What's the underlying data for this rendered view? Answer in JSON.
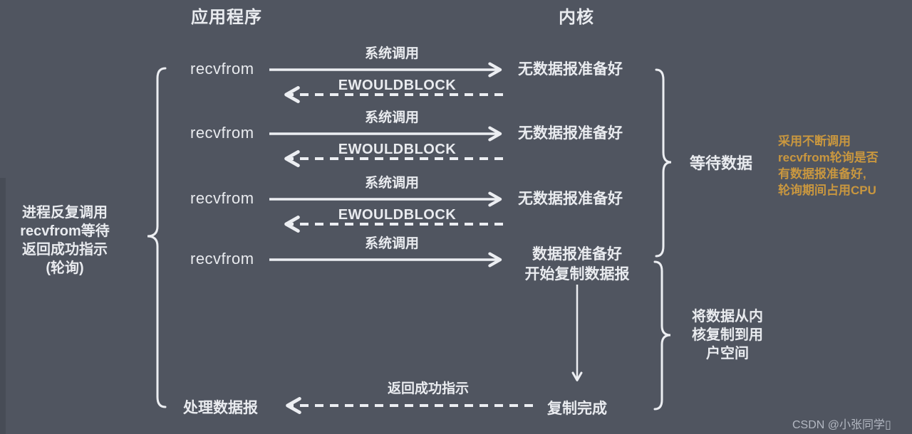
{
  "header": {
    "app": "应用程序",
    "kernel": "内核"
  },
  "rows": [
    {
      "call": "recvfrom",
      "syscall": "系统调用",
      "status": "无数据报准备好",
      "err": "EWOULDBLOCK"
    },
    {
      "call": "recvfrom",
      "syscall": "系统调用",
      "status": "无数据报准备好",
      "err": "EWOULDBLOCK"
    },
    {
      "call": "recvfrom",
      "syscall": "系统调用",
      "status": "无数据报准备好",
      "err": "EWOULDBLOCK"
    },
    {
      "call": "recvfrom",
      "syscall": "系统调用",
      "status_line1": "数据报准备好",
      "status_line2": "开始复制数据报"
    }
  ],
  "left_note": {
    "line1": "进程反复调用",
    "line2": "recvfrom等待",
    "line3": "返回成功指示",
    "line4": "(轮询)"
  },
  "right": {
    "wait_label": "等待数据",
    "copy_line1": "将数据从内",
    "copy_line2": "核复制到用",
    "copy_line3": "户空间"
  },
  "annotation": {
    "line1": "采用不断调用",
    "line2": "recvfrom轮询是否",
    "line3": "有数据报准备好,",
    "line4": "轮询期间占用CPU",
    "color": "#c9973f"
  },
  "bottom": {
    "process": "处理数据报",
    "return_label": "返回成功指示",
    "copy_done": "复制完成"
  },
  "colors": {
    "background": "#505560",
    "line": "#eceef2",
    "text": "#e9ebef"
  },
  "watermark": "CSDN @小张同学▯"
}
